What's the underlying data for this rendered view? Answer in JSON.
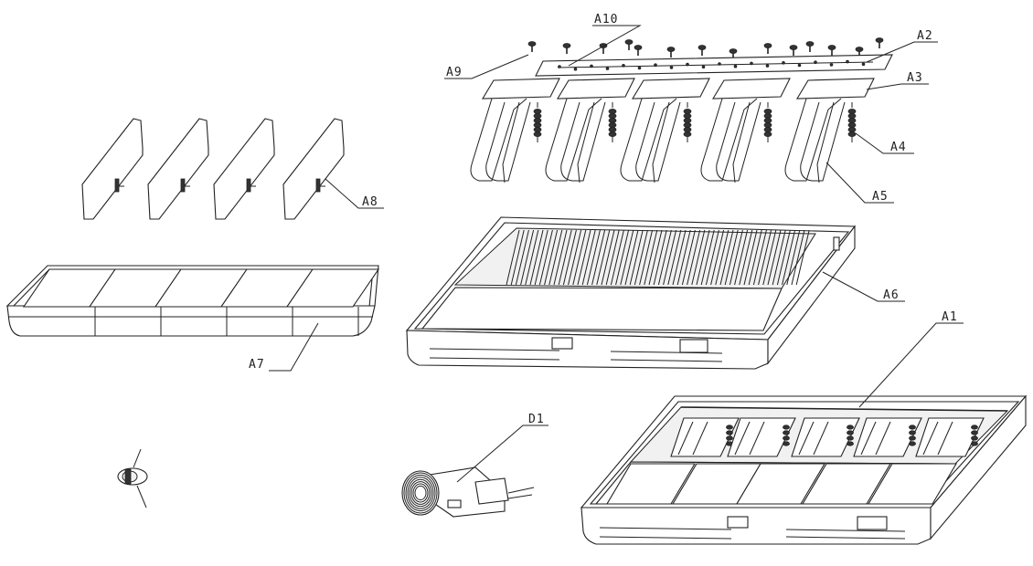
{
  "labels": {
    "a1": "A1",
    "a2": "A2",
    "a3": "A3",
    "a4": "A4",
    "a5": "A5",
    "a6": "A6",
    "a7": "A7",
    "a8": "A8",
    "a9": "A9",
    "a10": "A10",
    "d1": "D1"
  }
}
